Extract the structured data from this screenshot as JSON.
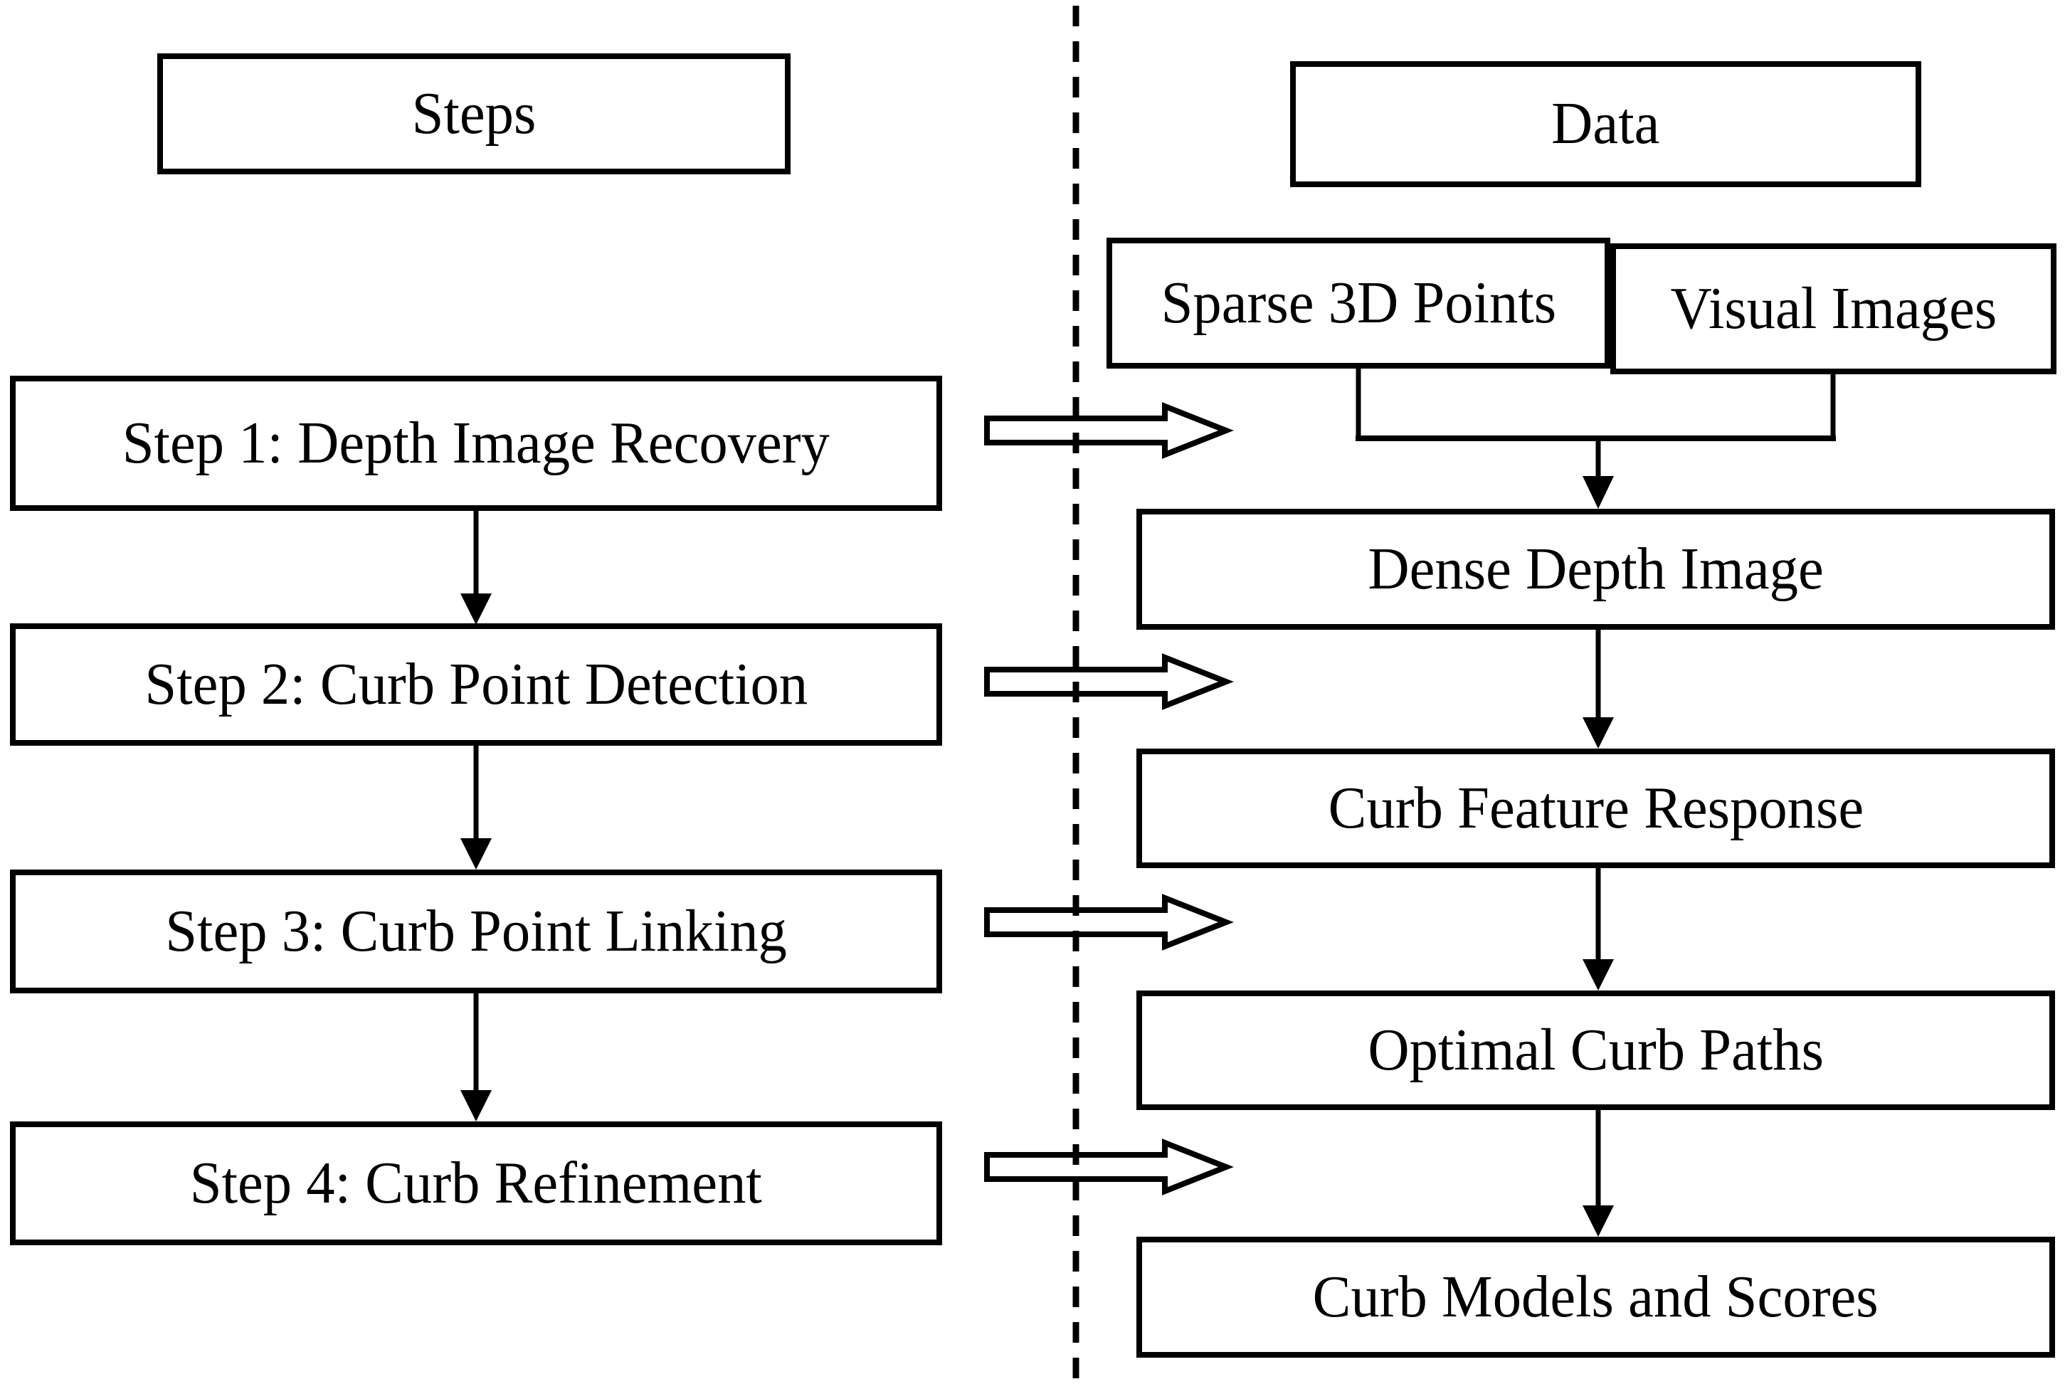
{
  "diagram": {
    "columns": {
      "steps": {
        "header": "Steps",
        "items": [
          "Step 1: Depth Image Recovery",
          "Step 2: Curb Point Detection",
          "Step 3: Curb Point Linking",
          "Step 4: Curb Refinement"
        ]
      },
      "data": {
        "header": "Data",
        "sources": [
          "Sparse 3D Points",
          "Visual Images"
        ],
        "products": [
          "Dense Depth Image",
          "Curb Feature Response",
          "Optimal Curb Paths",
          "Curb Models and Scores"
        ]
      }
    },
    "icons": {
      "flow_arrow": "arrow-down-solid",
      "mapping_arrow": "arrow-right-outline",
      "divider": "vertical-dashed-line"
    },
    "colors": {
      "stroke": "#000000",
      "background": "#ffffff"
    }
  }
}
